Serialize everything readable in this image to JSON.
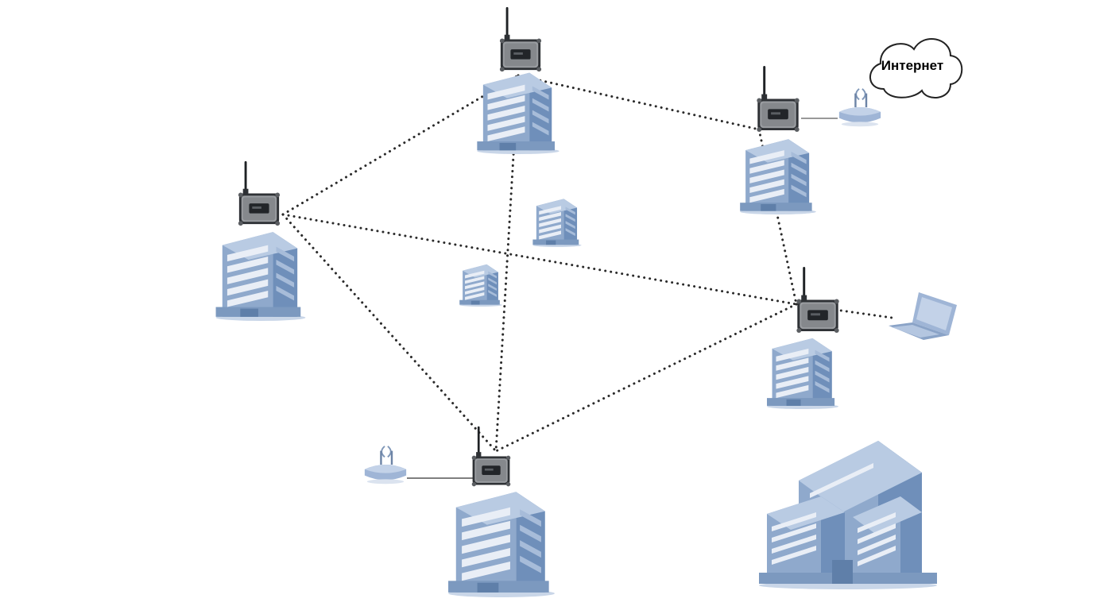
{
  "diagram": {
    "cloud_label": "Интернет",
    "colors": {
      "building_light": "#9fb6d3",
      "building_mid": "#7c99bf",
      "building_dark": "#5f7fa9",
      "window": "#e9eef6",
      "node_body": "#8a8d91",
      "node_dark": "#3e4145",
      "link": "#2a2a2a",
      "device": "#a9bddb"
    },
    "nodes": [
      {
        "id": "node-top"
      },
      {
        "id": "node-left"
      },
      {
        "id": "node-topright"
      },
      {
        "id": "node-right"
      },
      {
        "id": "node-bottom"
      }
    ],
    "links": [
      {
        "from": "node-left",
        "to": "node-top"
      },
      {
        "from": "node-top",
        "to": "node-topright"
      },
      {
        "from": "node-top",
        "to": "node-bottom"
      },
      {
        "from": "node-left",
        "to": "node-right"
      },
      {
        "from": "node-left",
        "to": "node-bottom"
      },
      {
        "from": "node-topright",
        "to": "node-right"
      },
      {
        "from": "node-right",
        "to": "node-bottom"
      },
      {
        "from": "node-right",
        "to": "laptop"
      }
    ]
  }
}
